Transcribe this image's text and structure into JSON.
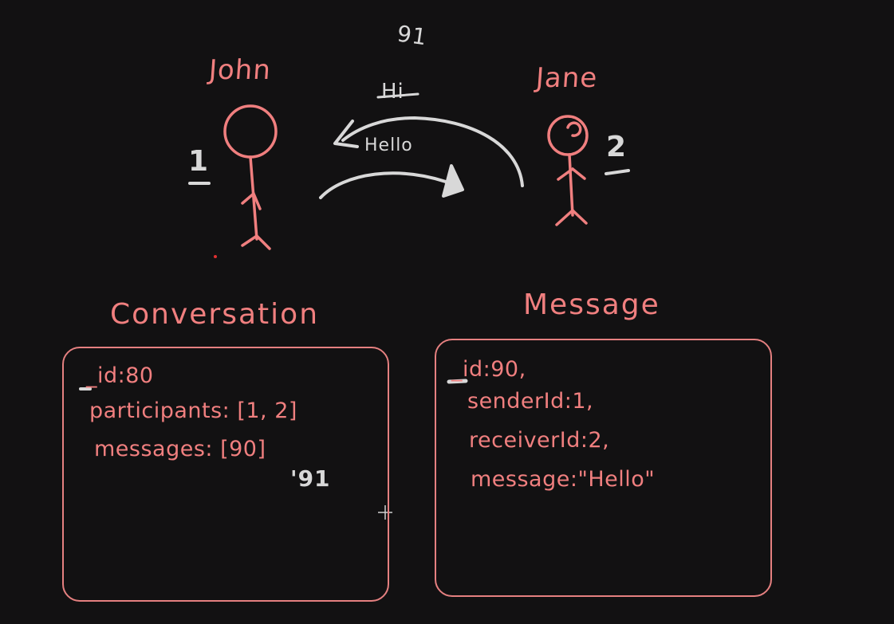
{
  "people": {
    "john": {
      "name": "John",
      "id": "1"
    },
    "jane": {
      "name": "Jane",
      "id": "2"
    }
  },
  "arrows": {
    "hello_label": "Hello",
    "hi_label": "Hi",
    "note_91": "91"
  },
  "conversation": {
    "heading": "Conversation",
    "fields": [
      "_id:80",
      "participants: [1, 2]",
      "messages: [90]"
    ],
    "annotation": "'91"
  },
  "message": {
    "heading": "Message",
    "fields": [
      "_id:90,",
      "senderId:1,",
      "receiverId:2,",
      "message:\"Hello\""
    ]
  },
  "colors": {
    "background": "#121112",
    "pink": "#f07f7f",
    "white": "#d8d8d8"
  }
}
